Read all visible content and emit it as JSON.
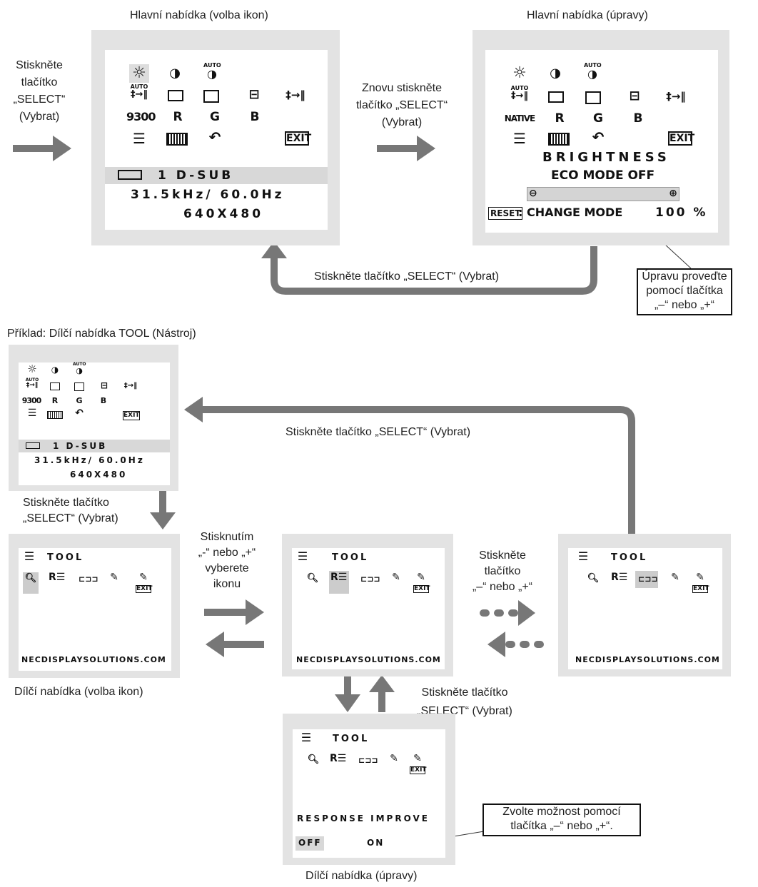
{
  "captions": {
    "main_icon": "Hlavní nabídka (volba ikon)",
    "main_adjust": "Hlavní nabídka (úpravy)",
    "press_select_1": [
      "Stiskněte",
      "tlačítko",
      "„SELECT“",
      "(Vybrat)"
    ],
    "press_select_again": [
      "Znovu stiskněte",
      "tlačítko „SELECT“",
      "(Vybrat)"
    ],
    "press_select_back": "Stiskněte tlačítko „SELECT“ (Vybrat)",
    "adjust_note": [
      "Úpravu proveďte",
      "pomocí tlačítka",
      "„–“ nebo „+“"
    ],
    "example": "Příklad: Dílčí nabídka TOOL (Nástroj)",
    "press_select_top": "Stiskněte tlačítko „SELECT“ (Vybrat)",
    "press_select_down": [
      "Stiskněte tlačítko",
      "„SELECT“ (Vybrat)"
    ],
    "press_minus_plus_select": [
      "Stisknutím",
      "„-“ nebo „+“",
      "vyberete",
      "ikonu"
    ],
    "press_minus_plus": [
      "Stiskněte",
      "tlačítko",
      "„–“ nebo „+“"
    ],
    "press_select_sub": [
      "Stiskněte tlačítko",
      "„SELECT“ (Vybrat)"
    ],
    "sub_icon": "Dílčí nabídka (volba ikon)",
    "sub_adjust": "Dílčí nabídka (úpravy)",
    "choose_note": [
      "Zvolte možnost pomocí",
      "tlačítka „–“ nebo „+“."
    ]
  },
  "osd_main": {
    "row1": [
      "☼",
      "◑",
      "AUTO◑",
      "",
      ""
    ],
    "auto_label": "AUTO",
    "row3": [
      "9300",
      "R",
      "G",
      "B"
    ],
    "exit": "EXIT",
    "input": "1  D-SUB",
    "freq": "31.5kHz/ 60.0Hz",
    "res": "640X480"
  },
  "osd_adjust": {
    "row3": [
      "NATIVE",
      "R",
      "G",
      "B"
    ],
    "exit": "EXIT",
    "brightness": "BRIGHTNESS",
    "eco": "ECO MODE OFF",
    "minus": "⊖",
    "plus": "⊕",
    "reset": "RESET",
    "change_mode": ": CHANGE MODE",
    "value": "100 %",
    "value_fraction": 1.0
  },
  "osd_tool": {
    "title": "TOOL",
    "footer": "NECDISPLAYSOLUTIONS.COM",
    "exit": "EXIT",
    "response": "RESPONSE  IMPROVE",
    "off": "OFF",
    "on": "ON"
  }
}
